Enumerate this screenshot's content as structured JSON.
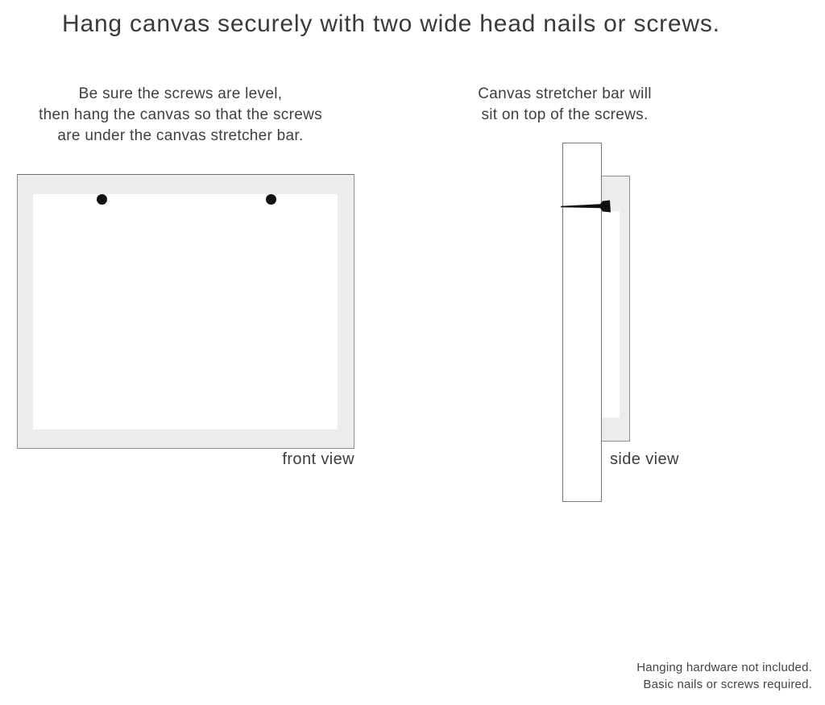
{
  "title": "Hang canvas securely with two wide head nails or screws.",
  "instructions": {
    "left": {
      "lines": [
        "Be sure the screws are level,",
        "then hang the canvas so that the screws",
        "are under the canvas stretcher bar."
      ]
    },
    "right": {
      "lines": [
        "Canvas stretcher bar will",
        "sit on top of the screws."
      ]
    }
  },
  "front_view": {
    "label": "front view",
    "screw_count": 2
  },
  "side_view": {
    "label": "side view"
  },
  "footer": {
    "lines": [
      "Hanging hardware not included.",
      "Basic nails or screws required."
    ]
  },
  "colors": {
    "background": "#ffffff",
    "mat_gray": "#ececec",
    "outline_gray": "#8f8f8f",
    "text_dark": "#3d3d3d",
    "screw_black": "#111111"
  }
}
